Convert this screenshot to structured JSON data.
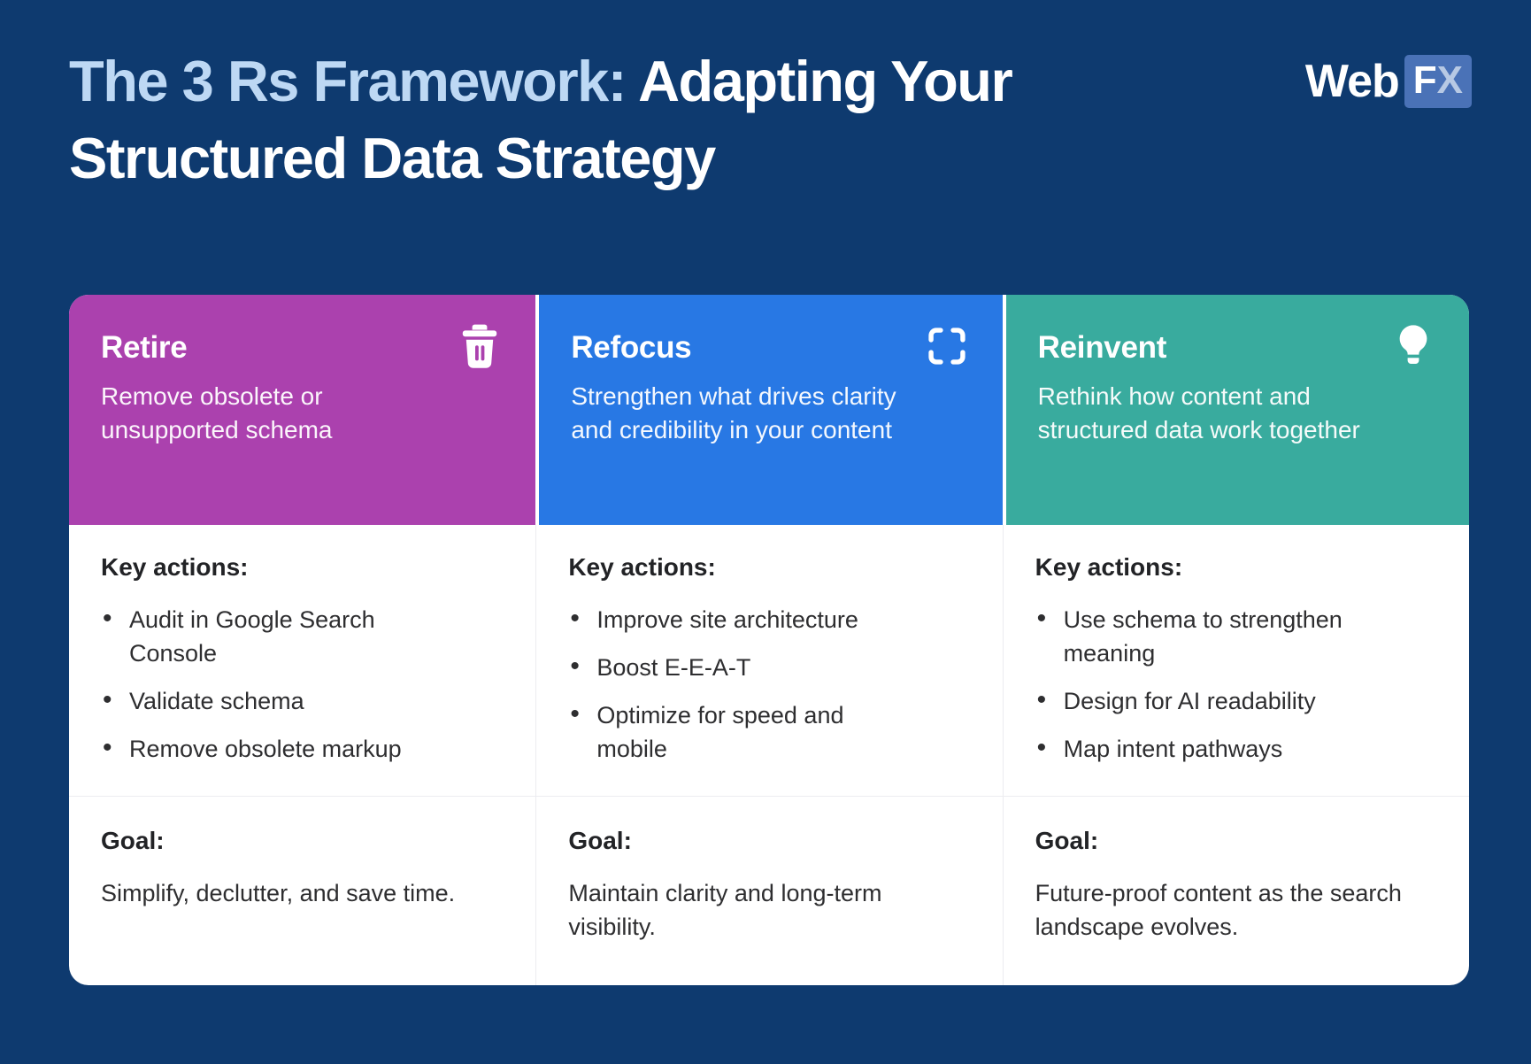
{
  "title": {
    "highlight": "The 3 Rs Framework: ",
    "rest": "Adapting Your Structured Data Strategy"
  },
  "logo": {
    "web": "Web",
    "f": "F",
    "x": "X"
  },
  "colors": {
    "background": "#0e3a6f",
    "title_highlight": "#bdd8f4",
    "retire": "#ab41ae",
    "refocus": "#2878e4",
    "reinvent": "#39ab9e",
    "card": "#ffffff",
    "body_text": "#2e2e30",
    "divider": "#ececf0"
  },
  "columns": [
    {
      "title": "Retire",
      "subtitle": "Remove obsolete or unsupported schema",
      "icon": "trash-icon",
      "key_actions_label": "Key actions:",
      "key_actions": [
        "Audit in Google Search Console",
        "Validate schema",
        "Remove obsolete markup"
      ],
      "goal_label": "Goal:",
      "goal": "Simplify, declutter, and save time."
    },
    {
      "title": "Refocus",
      "subtitle": "Strengthen what drives clarity and credibility in your content",
      "icon": "focus-frame-icon",
      "key_actions_label": "Key actions:",
      "key_actions": [
        "Improve site architecture",
        "Boost E-E-A-T",
        "Optimize for speed and mobile"
      ],
      "goal_label": "Goal:",
      "goal": "Maintain clarity and long-term visibility."
    },
    {
      "title": "Reinvent",
      "subtitle": "Rethink how content and structured data work together",
      "icon": "lightbulb-icon",
      "key_actions_label": "Key actions:",
      "key_actions": [
        "Use schema to strengthen meaning",
        "Design for AI readability",
        "Map intent pathways"
      ],
      "goal_label": "Goal:",
      "goal": "Future-proof content as the search landscape evolves."
    }
  ]
}
